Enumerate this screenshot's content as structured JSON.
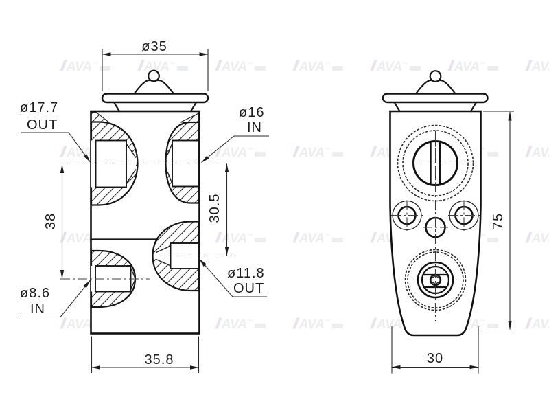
{
  "drawing": {
    "ink_color": "#1a1a1a",
    "background_color": "#ffffff",
    "dim_labels": {
      "cap_diameter": "ø35",
      "out_top": "ø17.7",
      "out_top_dir": "OUT",
      "in_top": "ø16",
      "in_top_dir": "IN",
      "port_spacing_left": "38",
      "port_spacing_right": "30.5",
      "in_bottom": "ø8.6",
      "in_bottom_dir": "IN",
      "out_bottom": "ø11.8",
      "out_bottom_dir": "OUT",
      "body_width": "35.8",
      "body_height": "75",
      "body_depth": "30"
    },
    "watermark": {
      "slash_a": "/",
      "slash_b": "/",
      "brand": "AVA",
      "mark": "™",
      "slash_a_color": "#cc4a4a",
      "slash_b_color": "#4a66cc",
      "brand_color": "#8f969e",
      "opacity": 0.16
    }
  }
}
